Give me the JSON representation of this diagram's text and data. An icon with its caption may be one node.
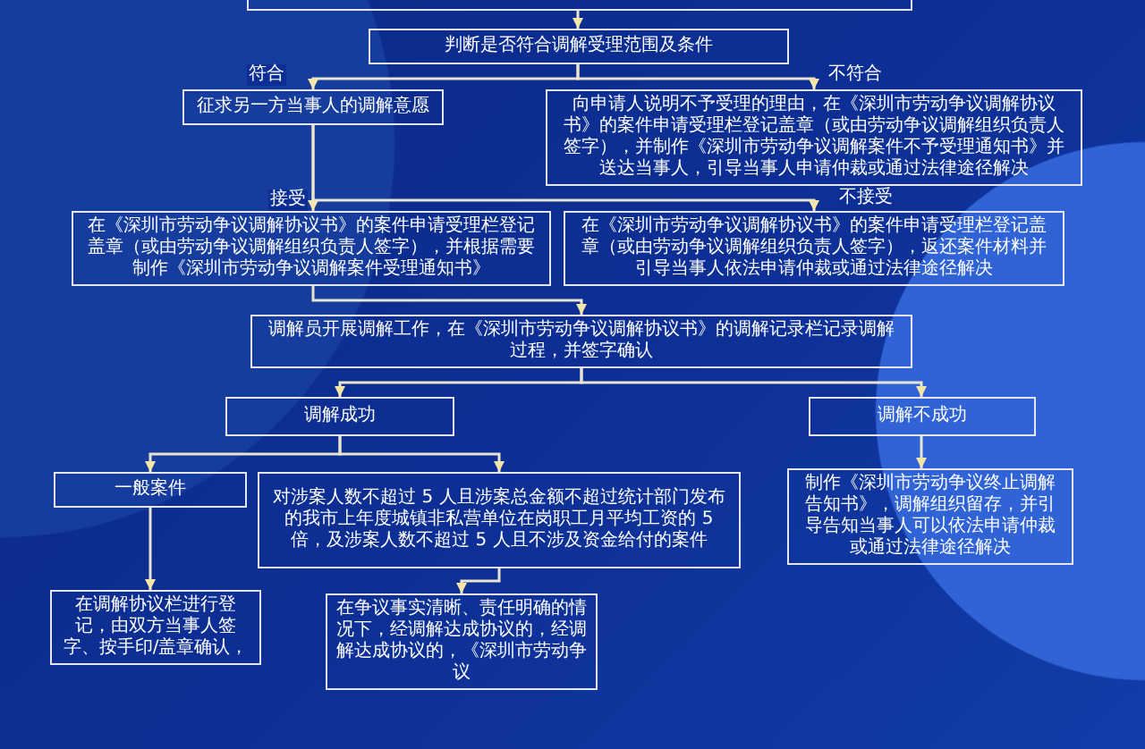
{
  "diagram": {
    "nodes": [
      {
        "text": [],
        "shape": "box"
      },
      {
        "text": [
          "判断是否符合调解受理范围及条件"
        ]
      },
      {
        "text": [
          "征求另一方当事人的调解意愿"
        ]
      },
      {
        "text": [
          "向申请人说明不予受理的理由，在《深圳市劳动争议调解协议书》的案件申请受理栏登记盖章（或由劳动争议调解组织负责人签字），并制作《深圳市劳动争议调解案件不予受理通知书》并送达当事人，引导当事人申请仲裁或通过法律途径解决"
        ]
      },
      {
        "text": [
          "在《深圳市劳动争议调解协议书》的案件申请受理栏登记盖章（或由劳动争议调解组织负责人签字），并根据需要制作《深圳市劳动争议调解案件受理通知书》"
        ]
      },
      {
        "text": [
          "在《深圳市劳动争议调解协议书》的案件申请受理栏登记盖章（或由劳动争议调解组织负责人签字），返还案件材料并引导当事人依法申请仲裁或通过法律途径解决"
        ]
      },
      {
        "text": [
          "调解员开展调解工作，在《深圳市劳动争议调解协议书》的调解记录栏记录调解过程，并签字确认"
        ]
      },
      {
        "text": [
          "调解成功"
        ]
      },
      {
        "text": [
          "调解不成功"
        ]
      },
      {
        "text": [
          "一般案件"
        ]
      },
      {
        "text": [
          "对涉案人数不超过 5 人且涉案总金额不超过统计部门发布的我市上年度城镇非私营单位在岗职工月平均工资的 5 倍，及涉案人数不超过 5 人且不涉及资金给付的案件"
        ]
      },
      {
        "text": [
          "制作《深圳市劳动争议终止调解告知书》，调解组织留存，并引导告知当事人可以依法申请仲裁或通过法律途径解决"
        ]
      },
      {
        "text": [
          "在调解协议栏进行登记，由双方当事人签字、按手印/盖章确认，"
        ]
      },
      {
        "text": [
          "在争议事实清晰、责任明确的情况下，经调解达成协议的，经调解达成协议的，《深圳市劳动争议"
        ]
      }
    ],
    "edges": [
      {
        "from": 0,
        "to": 1,
        "arrow": "to"
      },
      {
        "from": 1,
        "to": 2,
        "arrow": "to",
        "label": "符合"
      },
      {
        "from": 1,
        "to": 3,
        "arrow": "to",
        "label": "不符合"
      },
      {
        "from": 2,
        "to": 4,
        "arrow": "to",
        "label": "接受"
      },
      {
        "from": 2,
        "to": 5,
        "arrow": "to",
        "label": "不接受"
      },
      {
        "from": 4,
        "to": 6,
        "arrow": "to"
      },
      {
        "from": 6,
        "to": 7,
        "arrow": "to"
      },
      {
        "from": 6,
        "to": 8,
        "arrow": "to"
      },
      {
        "from": 7,
        "to": 9,
        "arrow": "to"
      },
      {
        "from": 7,
        "to": 10,
        "arrow": "to"
      },
      {
        "from": 8,
        "to": 11,
        "arrow": "to"
      },
      {
        "from": 9,
        "to": 12,
        "arrow": "to"
      },
      {
        "from": 10,
        "to": 13,
        "arrow": "to"
      }
    ]
  }
}
